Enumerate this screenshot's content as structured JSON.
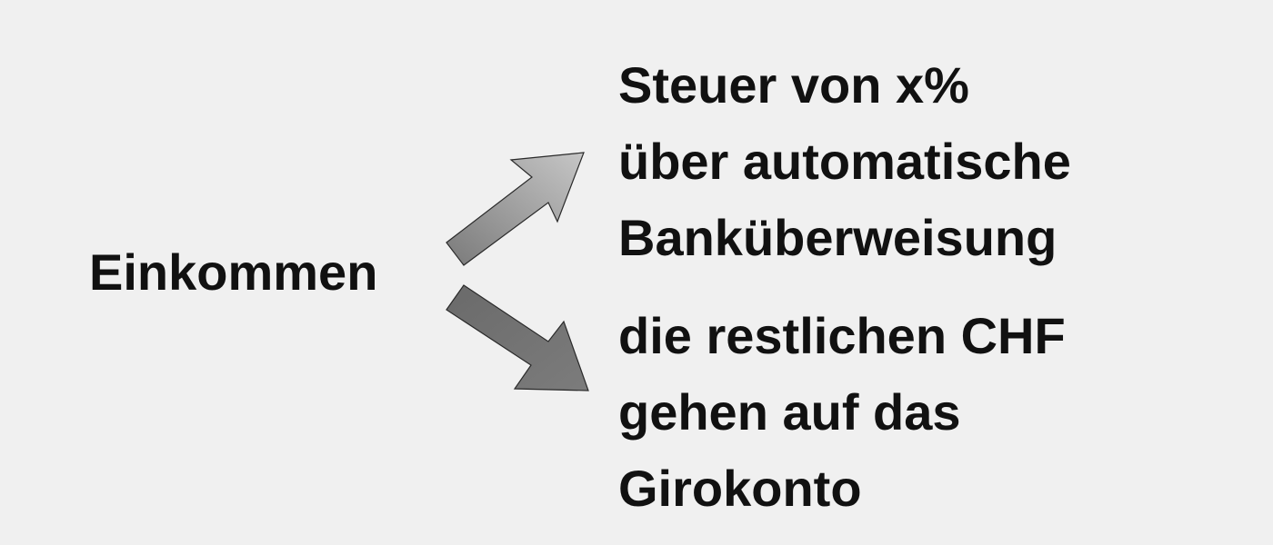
{
  "diagram": {
    "source": {
      "label": "Einkommen"
    },
    "targets": [
      {
        "lines": [
          "Steuer von x%",
          "über automatische",
          "Banküberweisung"
        ]
      },
      {
        "lines": [
          "die restlichen CHF",
          "gehen auf das",
          "Girokonto"
        ]
      }
    ],
    "colors": {
      "background": "#f0f0f0",
      "text": "#111111",
      "arrow_light": "#c2c2c2",
      "arrow_dark": "#6e6e6e",
      "arrow_outline": "#2a2a2a"
    }
  }
}
